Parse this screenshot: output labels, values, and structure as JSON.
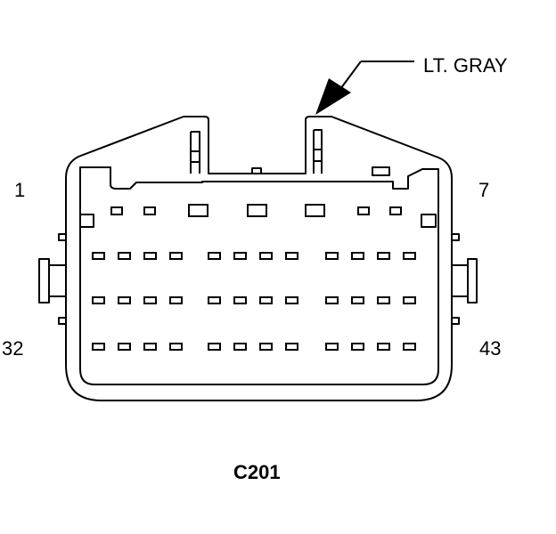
{
  "connector": {
    "id": "C201",
    "color_label": "LT. GRAY",
    "pin_labels": {
      "top_left": "1",
      "top_right": "7",
      "bottom_left": "32",
      "bottom_right": "43"
    }
  }
}
